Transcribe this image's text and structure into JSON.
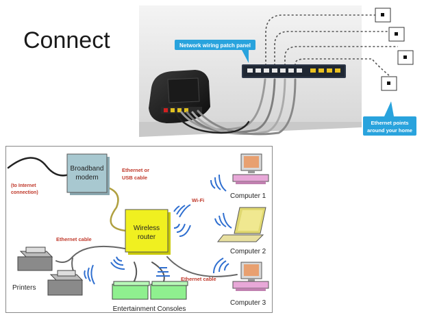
{
  "slide": {
    "title": "Connect"
  },
  "photo": {
    "callout_panel": "Network wiring patch panel",
    "callout_points_line1": "Ethernet points",
    "callout_points_line2": "around your home",
    "callout_color": "#29a3dd"
  },
  "diagram": {
    "modem_line1": "Broadband",
    "modem_line2": "modem",
    "router_line1": "Wireless",
    "router_line2": "router",
    "internet_line1": "(to Internet",
    "internet_line2": "connection)",
    "ethernet_usb_line1": "Ethernet or",
    "ethernet_usb_line2": "USB cable",
    "wifi": "Wi-Fi",
    "ethernet_cable_left": "Ethernet cable",
    "ethernet_cable_right": "Ethernet cable",
    "computer1": "Computer 1",
    "computer2": "Computer 2",
    "computer3": "Computer 3",
    "printers": "Printers",
    "consoles": "Entertainment Consoles",
    "colors": {
      "label_red": "#c0392b",
      "modem": "#a8c8d0",
      "router": "#f0f020",
      "console": "#8ff08f",
      "wave": "#2f6fd0",
      "cable_olive": "#b0a040"
    }
  }
}
